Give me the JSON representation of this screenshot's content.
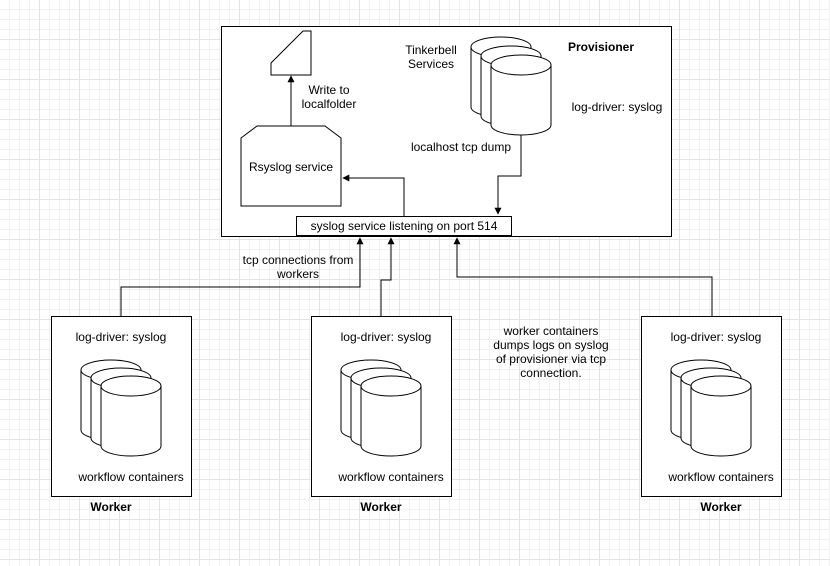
{
  "provisioner": {
    "title": "Provisioner",
    "tinkerbell_label": "Tinkerbell\nServices",
    "log_driver": "log-driver: syslog",
    "tcp_dump": "localhost tcp dump",
    "write_label": "Write to\nlocalfolder",
    "rsyslog": "Rsyslog service",
    "syslog_port": "syslog service listening on port 514"
  },
  "tcp_connections": "tcp connections from\nworkers",
  "worker_note": "worker containers\ndumps logs on syslog\nof provisioner via tcp\nconnection.",
  "workers": [
    {
      "log_driver": "log-driver: syslog",
      "containers": "workflow containers",
      "title": "Worker"
    },
    {
      "log_driver": "log-driver: syslog",
      "containers": "workflow containers",
      "title": "Worker"
    },
    {
      "log_driver": "log-driver: syslog",
      "containers": "workflow containers",
      "title": "Worker"
    }
  ]
}
